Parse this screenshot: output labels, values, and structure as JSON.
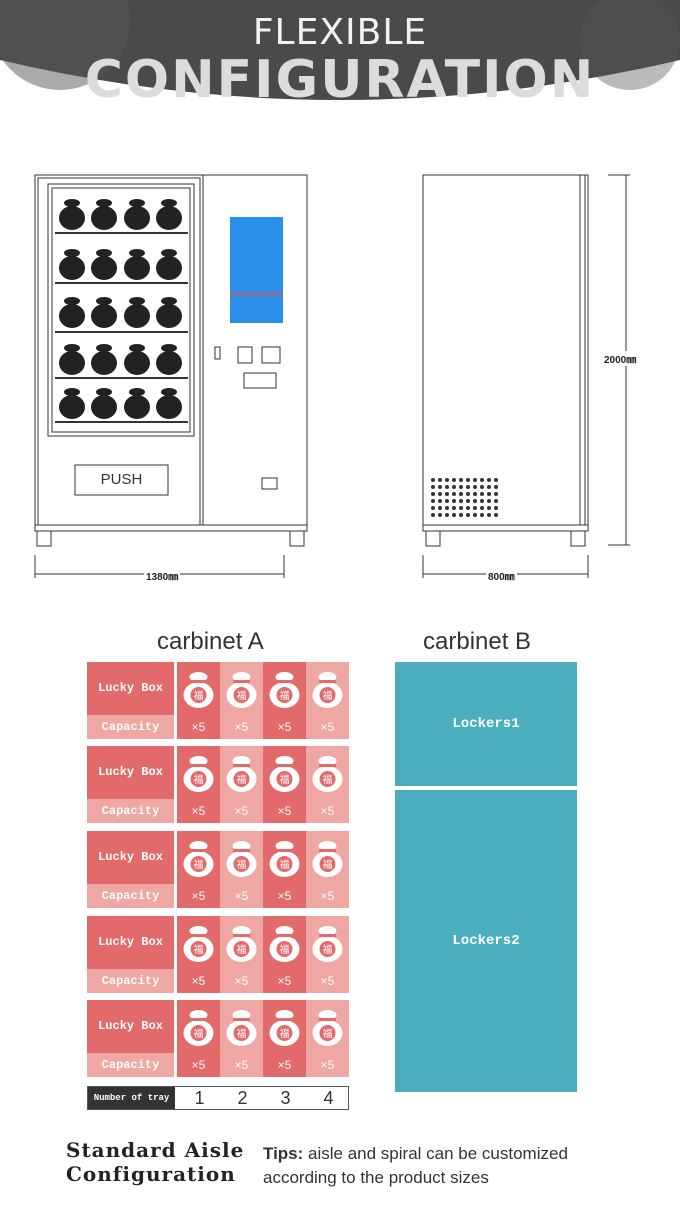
{
  "header": {
    "line1": "FLEXIBLE",
    "line2": "CONFIGURATION",
    "bg_color": "#4a4a4a"
  },
  "front_view": {
    "push_label": "PUSH",
    "width_label": "1380㎜",
    "screen_color": "#2b8fea",
    "product_icon": "lucky-bag-icon"
  },
  "side_view": {
    "depth_label": "800㎜",
    "height_label": "2000㎜"
  },
  "cabinet_a": {
    "title": "carbinet A",
    "trays": [
      {
        "label": "Lucky Box",
        "capacity_label": "Capacity",
        "capacities": [
          "×5",
          "×5",
          "×5",
          "×5"
        ]
      },
      {
        "label": "Lucky Box",
        "capacity_label": "Capacity",
        "capacities": [
          "×5",
          "×5",
          "×5",
          "×5"
        ]
      },
      {
        "label": "Lucky Box",
        "capacity_label": "Capacity",
        "capacities": [
          "×5",
          "×5",
          "×5",
          "×5"
        ]
      },
      {
        "label": "Lucky Box",
        "capacity_label": "Capacity",
        "capacities": [
          "×5",
          "×5",
          "×5",
          "×5"
        ]
      },
      {
        "label": "Lucky Box",
        "capacity_label": "Capacity",
        "capacities": [
          "×5",
          "×5",
          "×5",
          "×5"
        ]
      }
    ],
    "tray_number_label": "Number of tray",
    "tray_numbers": [
      "1",
      "2",
      "3",
      "4"
    ],
    "dark_color": "#e36a6a",
    "light_color": "#efa7a3"
  },
  "cabinet_b": {
    "title": "carbinet B",
    "lockers": [
      "Lockers1",
      "Lockers2"
    ],
    "color": "#4aaebf"
  },
  "footer": {
    "title_line1": "Standard Aisle",
    "title_line2": "Configuration",
    "tips_key": "Tips:",
    "tips_line1": " aisle and spiral can be customized",
    "tips_line2": "according to the  product sizes"
  }
}
